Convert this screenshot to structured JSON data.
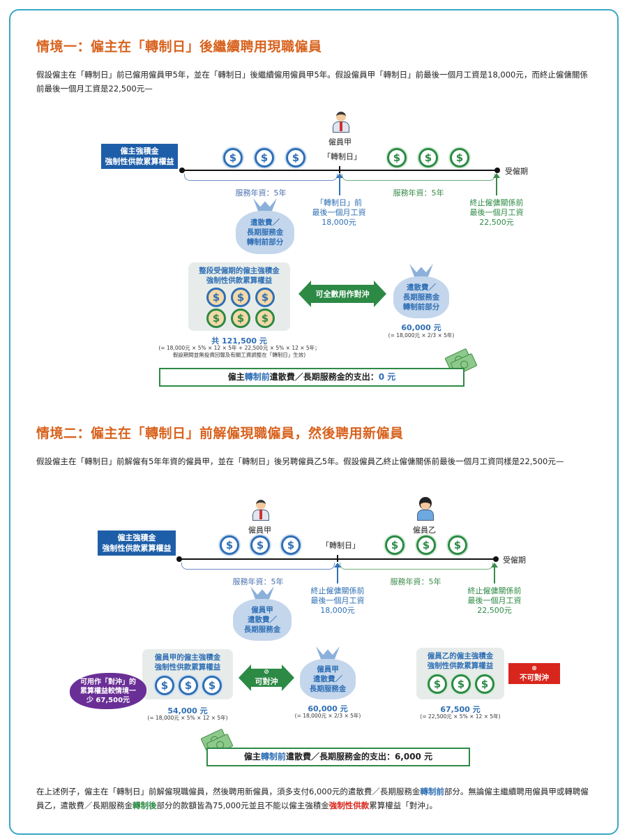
{
  "scenario1": {
    "title": "情境一：僱主在「轉制日」後繼續聘用現職僱員",
    "paragraph": "假設僱主在「轉制日」前已僱用僱員甲5年，並在「轉制日」後繼續僱用僱員甲5年。假設僱員甲「轉制日」前最後一個月工資是18,000元，而終止僱傭關係前最後一個月工資是22,500元—",
    "mpf_box": [
      "僱主強積金",
      "強制性供款累算權益"
    ],
    "employee_label": "僱員甲",
    "transition_day": "「轉制日」",
    "employment_period": "受僱期",
    "service_left": "服務年資：5年",
    "service_right": "服務年資：5年",
    "note_mid": [
      "「轉制日」前",
      "最後一個月工資",
      "18,000元"
    ],
    "note_right": [
      "終止僱傭關係前",
      "最後一個月工資",
      "22,500元"
    ],
    "bag_pre": [
      "遣散費／",
      "長期服務金",
      "轉制前部分"
    ],
    "panel_title": [
      "整段受僱期的僱主強積金",
      "強制性供款累算權益"
    ],
    "offset_arrow": "可全數用作對沖",
    "bag2": [
      "遣散費／",
      "長期服務金",
      "轉制前部分"
    ],
    "total_amount": "共 121,500 元",
    "total_formula": [
      "(= 18,000元 × 5% × 12 × 5年 + 22,500元 × 5% × 12 × 5年；",
      "假設期間並無投資回報及有關工資調整在「轉制日」生效)"
    ],
    "bag2_amount": "60,000 元",
    "bag2_formula": "(= 18,000元 × 2/3 × 5年)",
    "result_prefix": "僱主",
    "result_hl": "轉制前",
    "result_suffix": "遣散費／長期服務金的支出：",
    "result_value": "0 元"
  },
  "scenario2": {
    "title": "情境二：僱主在「轉制日」前解僱現職僱員，然後聘用新僱員",
    "paragraph": "假設僱主在「轉制日」前解僱有5年年資的僱員甲，並在「轉制日」後另聘僱員乙5年。假設僱員乙終止僱傭關係前最後一個月工資同樣是22,500元—",
    "mpf_box": [
      "僱主強積金",
      "強制性供款累算權益"
    ],
    "employee_a": "僱員甲",
    "employee_b": "僱員乙",
    "transition_day": "「轉制日」",
    "employment_period": "受僱期",
    "service_left": "服務年資：5年",
    "service_right": "服務年資：5年",
    "note_mid": [
      "終止僱傭關係前",
      "最後一個月工資",
      "18,000元"
    ],
    "note_right": [
      "終止僱傭關係前",
      "最後一個月工資",
      "22,500元"
    ],
    "bag_a": [
      "僱員甲",
      "遣散費／",
      "長期服務金"
    ],
    "panel_a_title": [
      "僱員甲的僱主強積金",
      "強制性供款累算權益"
    ],
    "offset_arrow": "可對沖",
    "bag_a2": [
      "僱員甲",
      "遣散費／",
      "長期服務金"
    ],
    "panel_b_title": [
      "僱員乙的僱主強積金",
      "強制性供款累算權益"
    ],
    "not_offset": "不可對沖",
    "cloud": [
      "可用作「對沖」的",
      "累算權益較情境一",
      "少 67,500元"
    ],
    "amount_a": "54,000 元",
    "formula_a": "(= 18,000元 × 5% × 12 × 5年)",
    "amount_bag": "60,000 元",
    "formula_bag": "(= 18,000元 × 2/3 × 5年)",
    "amount_b": "67,500 元",
    "formula_b": "(= 22,500元 × 5% × 12 × 5年)",
    "result_prefix": "僱主",
    "result_hl": "轉制前",
    "result_suffix": "遣散費／長期服務金的支出：",
    "result_value": "6,000 元"
  },
  "conclusion": {
    "p1": "在上述例子，僱主在「轉制日」前解僱現職僱員，然後聘用新僱員，須多支付6,000元的遣散費／長期服務金",
    "p1_hl": "轉制前",
    "p2": "部分。無論僱主繼續聘用僱員甲或轉聘僱員乙，遣散費／長期服務金",
    "p2_hl": "轉制後",
    "p3": "部分的款額皆為75,000元並且不能以僱主強積金",
    "p3_hl": "強制性供款",
    "p4": "累算權益「對沖」。"
  },
  "colors": {
    "accent_orange": "#d8631f",
    "blue": "#2f6fb5",
    "green": "#2c8a45",
    "red": "#d9261c",
    "border": "#3aa6c6"
  }
}
